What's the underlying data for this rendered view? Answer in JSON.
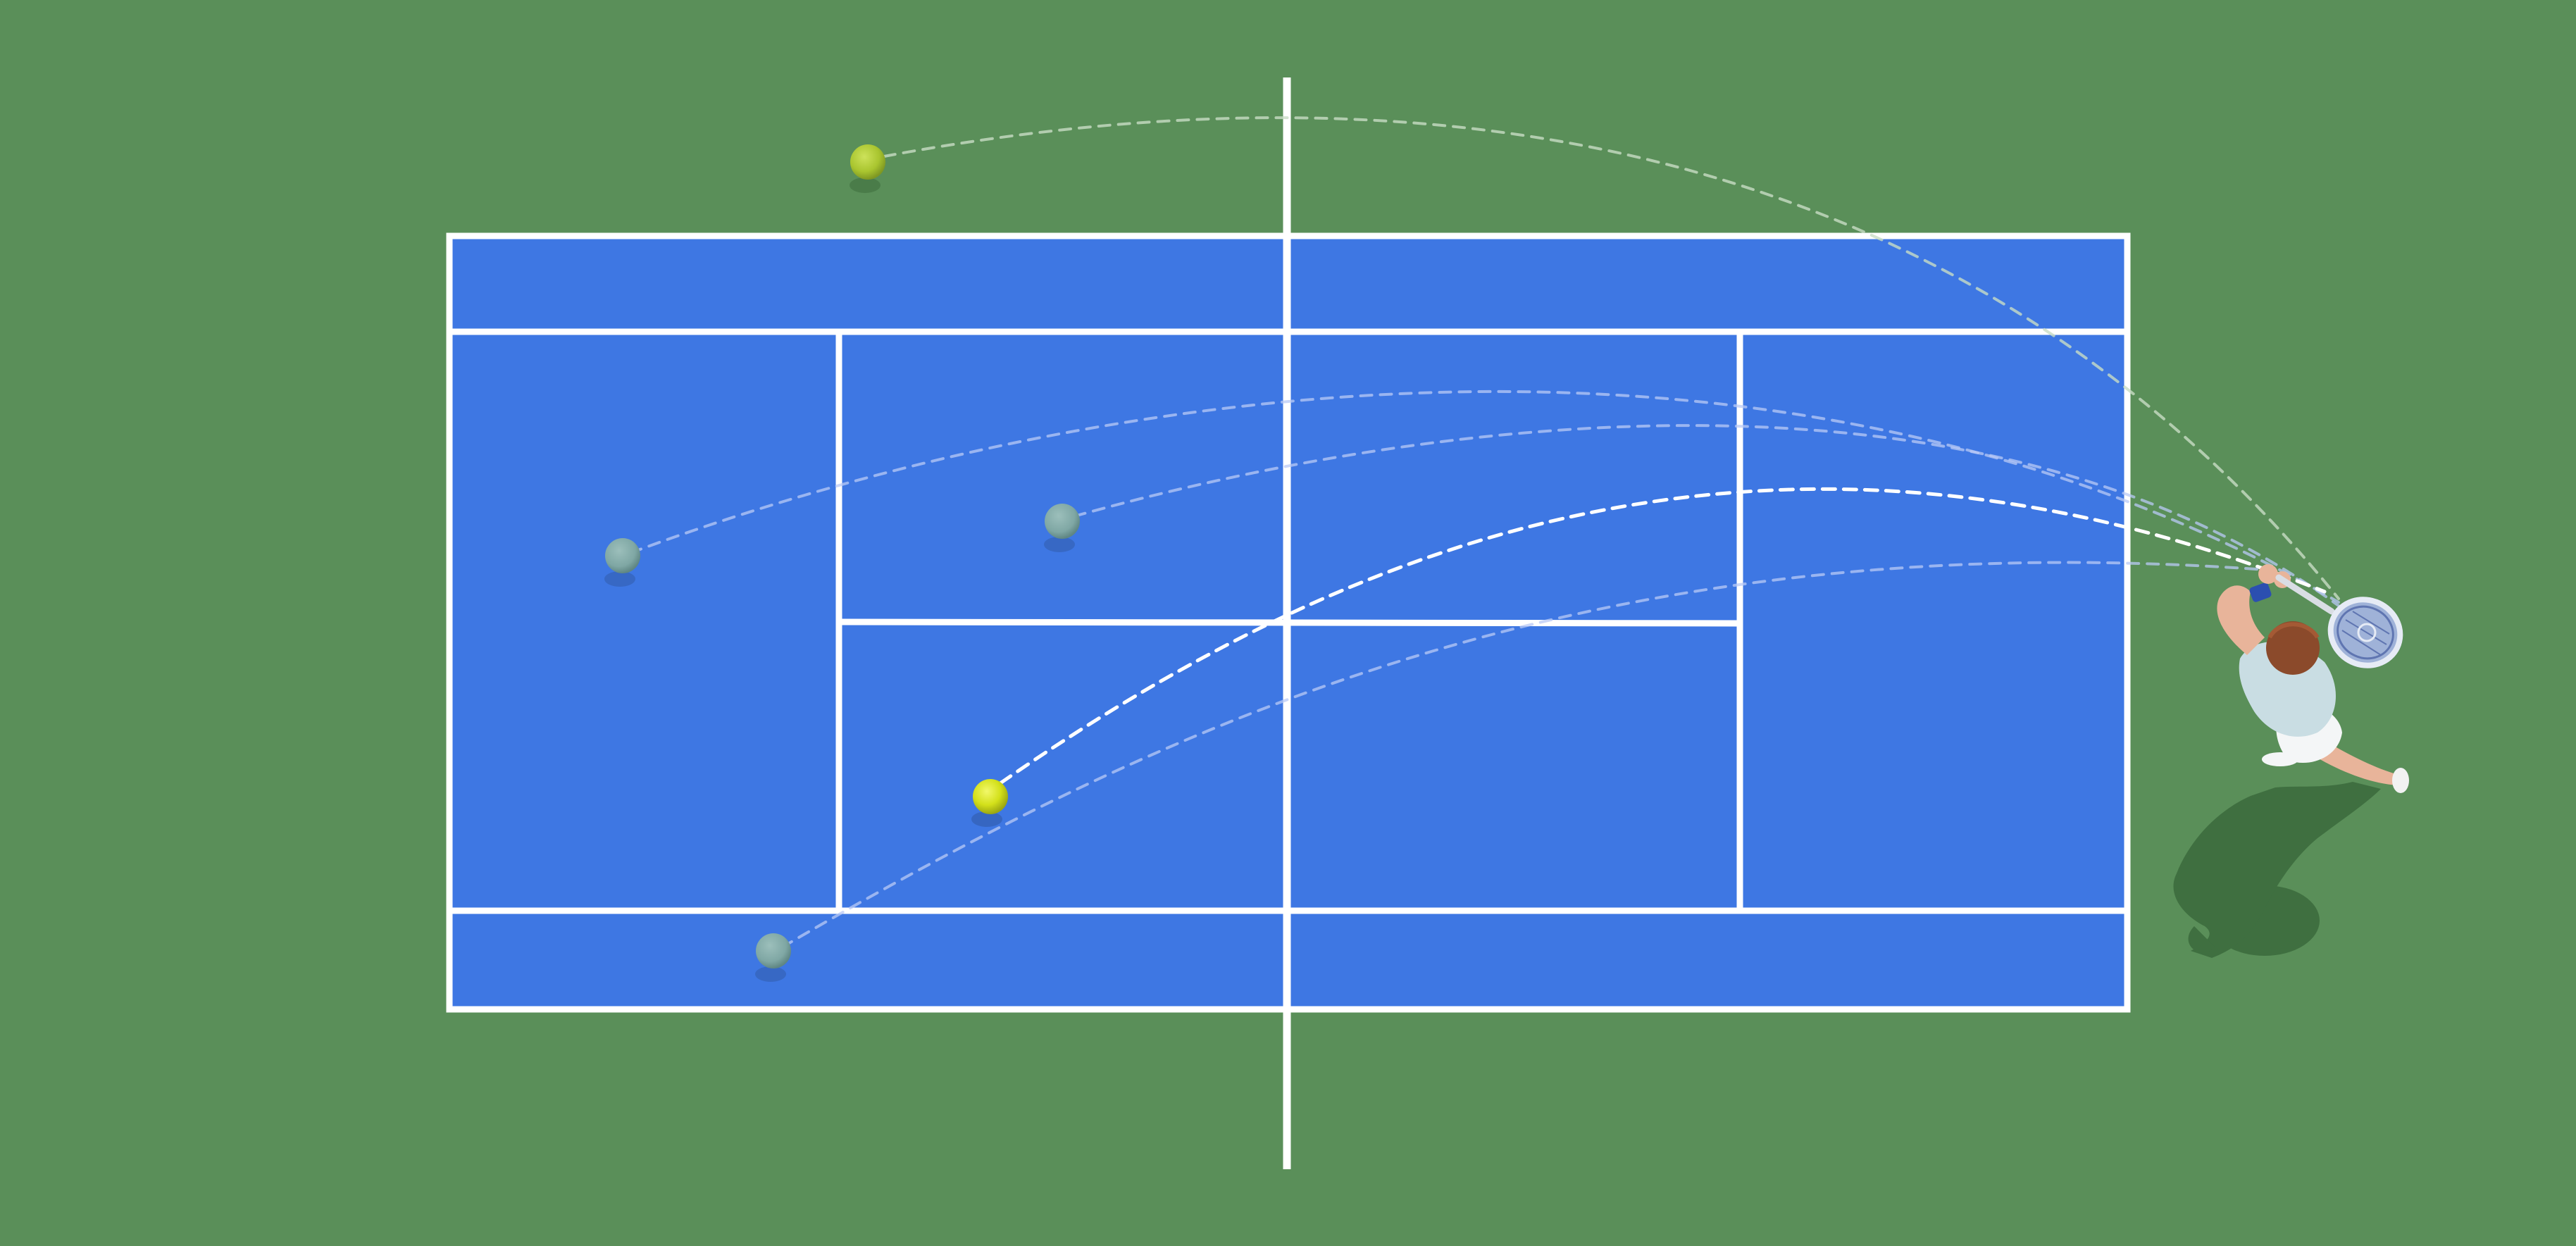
{
  "colors": {
    "grass": "#5a8f59",
    "court": "#3e77e3",
    "lines": "#ffffff",
    "ball_active": "#d3e01a",
    "ball_ghost": "#7fa7a4",
    "ball_outside": "#a9c52f",
    "shadow": "#3f6f40",
    "player_shirt": "#c9dde3",
    "player_skin": "#e8b49a",
    "player_hair": "#8b4a2b",
    "wristband": "#2b4fb0"
  },
  "icons": {
    "player": "tennis-player-icon",
    "racket": "tennis-racket-icon",
    "ball": "tennis-ball-icon"
  },
  "shots": [
    {
      "id": "out-long",
      "state": "out",
      "style": "faint"
    },
    {
      "id": "deep-left",
      "state": "ghost",
      "style": "faint"
    },
    {
      "id": "mid-service",
      "state": "ghost",
      "style": "faint"
    },
    {
      "id": "active-shot",
      "state": "active",
      "style": "highlight"
    },
    {
      "id": "alley-short",
      "state": "ghost",
      "style": "faint"
    }
  ]
}
